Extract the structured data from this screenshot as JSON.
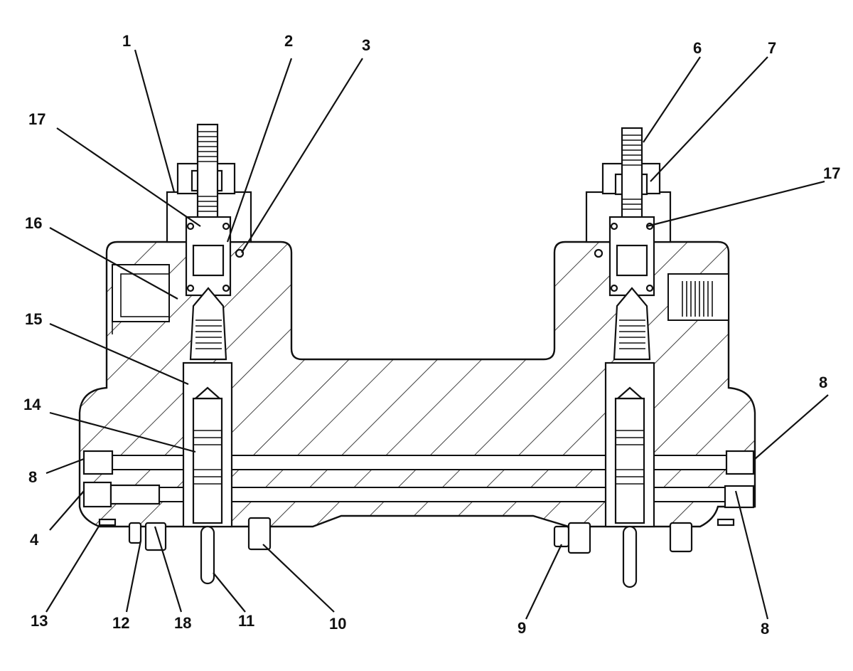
{
  "figure": {
    "callouts": [
      {
        "id": "callout-1",
        "text": "1"
      },
      {
        "id": "callout-2",
        "text": "2"
      },
      {
        "id": "callout-3",
        "text": "3"
      },
      {
        "id": "callout-6",
        "text": "6"
      },
      {
        "id": "callout-7",
        "text": "7"
      },
      {
        "id": "callout-17-left",
        "text": "17"
      },
      {
        "id": "callout-17-right",
        "text": "17"
      },
      {
        "id": "callout-16",
        "text": "16"
      },
      {
        "id": "callout-15",
        "text": "15"
      },
      {
        "id": "callout-14",
        "text": "14"
      },
      {
        "id": "callout-8-left",
        "text": "8"
      },
      {
        "id": "callout-8-right-top",
        "text": "8"
      },
      {
        "id": "callout-8-right-bottom",
        "text": "8"
      },
      {
        "id": "callout-4",
        "text": "4"
      },
      {
        "id": "callout-13",
        "text": "13"
      },
      {
        "id": "callout-12",
        "text": "12"
      },
      {
        "id": "callout-18",
        "text": "18"
      },
      {
        "id": "callout-11",
        "text": "11"
      },
      {
        "id": "callout-10",
        "text": "10"
      },
      {
        "id": "callout-9",
        "text": "9"
      }
    ]
  },
  "colors": {
    "ink": "#111111",
    "paper": "#ffffff"
  }
}
